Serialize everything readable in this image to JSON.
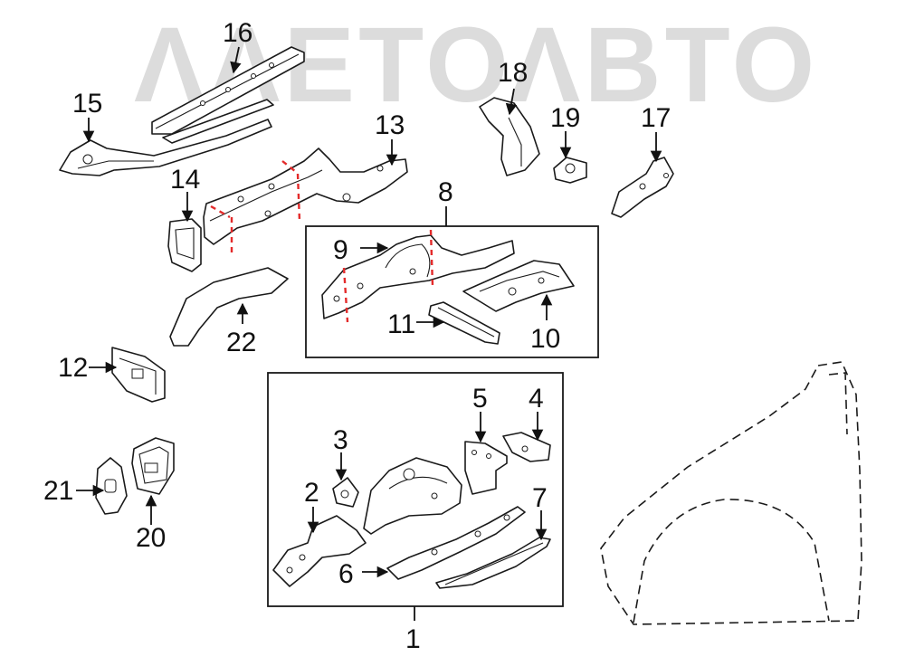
{
  "watermark": {
    "text": "ΛΛΕΤΟΛΒΤΟ",
    "color": "#dcdcdc"
  },
  "cut_line_color": "#e32b2b",
  "groups": [
    {
      "id": "group-1",
      "label": "1"
    },
    {
      "id": "group-8",
      "label": "8"
    }
  ],
  "callouts": {
    "c1": "1",
    "c2": "2",
    "c3": "3",
    "c4": "4",
    "c5": "5",
    "c6": "6",
    "c7": "7",
    "c8": "8",
    "c9": "9",
    "c10": "10",
    "c11": "11",
    "c12": "12",
    "c13": "13",
    "c14": "14",
    "c15": "15",
    "c16": "16",
    "c17": "17",
    "c18": "18",
    "c19": "19",
    "c20": "20",
    "c21": "21",
    "c22": "22"
  }
}
